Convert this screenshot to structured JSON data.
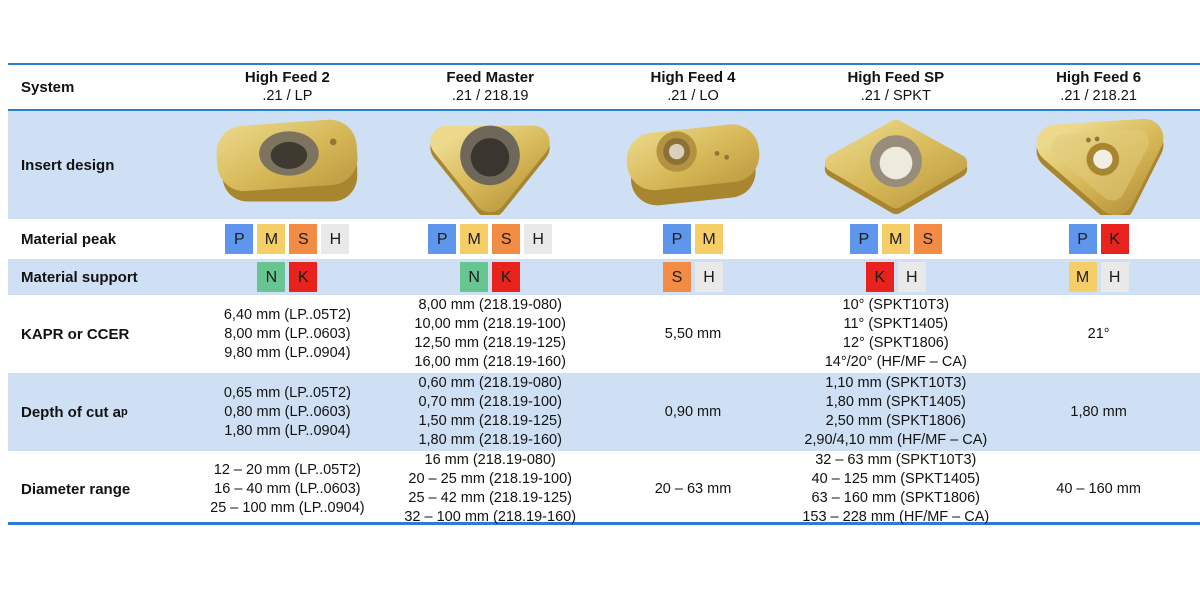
{
  "colors": {
    "accent_blue": "#2e7bd6",
    "row_blue": "#cfe0f4",
    "insert_gold": "#d9b959",
    "insert_gold_dark": "#a8862f",
    "insert_gold_light": "#e8d483",
    "material_colors": {
      "P": "#5d96ea",
      "M": "#f6ce68",
      "S": "#f28b43",
      "H": "#e9e9e9",
      "N": "#66c591",
      "K": "#e8231d"
    }
  },
  "row_labels": {
    "system": "System",
    "insert_design": "Insert design",
    "material_peak": "Material peak",
    "material_support": "Material support",
    "kapr": "KAPR or CCER",
    "depth": "Depth of cut a",
    "depth_sub": "p",
    "diameter": "Diameter range"
  },
  "systems": [
    {
      "name": "High Feed 2",
      "code": ".21 / LP",
      "insert_icon": "lp-rounded-rectangle-insert",
      "material_peak": [
        "P",
        "M",
        "S",
        "H"
      ],
      "material_support": [
        "N",
        "K"
      ],
      "kapr": [
        "6,40 mm (LP..05T2)",
        "8,00 mm (LP..0603)",
        "9,80 mm (LP..0904)"
      ],
      "depth_of_cut": [
        "0,65 mm (LP..05T2)",
        "0,80 mm (LP..0603)",
        "1,80 mm (LP..0904)"
      ],
      "diameter_range": [
        "12 – 20 mm (LP..05T2)",
        "16 – 40 mm (LP..0603)",
        "25 – 100 mm (LP..0904)"
      ]
    },
    {
      "name": "Feed Master",
      "code": ".21 / 218.19",
      "insert_icon": "trigon-insert",
      "material_peak": [
        "P",
        "M",
        "S",
        "H"
      ],
      "material_support": [
        "N",
        "K"
      ],
      "kapr": [
        "8,00 mm (218.19-080)",
        "10,00 mm (218.19-100)",
        "12,50 mm (218.19-125)",
        "16,00 mm (218.19-160)"
      ],
      "depth_of_cut": [
        "0,60 mm (218.19-080)",
        "0,70 mm (218.19-100)",
        "1,50 mm (218.19-125)",
        "1,80 mm (218.19-160)"
      ],
      "diameter_range": [
        "16 mm (218.19-080)",
        "20 – 25 mm (218.19-100)",
        "25 – 42 mm (218.19-125)",
        "32 – 100 mm (218.19-160)"
      ]
    },
    {
      "name": "High Feed 4",
      "code": ".21 / LO",
      "insert_icon": "lo-oblong-insert",
      "material_peak": [
        "P",
        "M"
      ],
      "material_support": [
        "S",
        "H"
      ],
      "kapr": [
        "5,50 mm"
      ],
      "depth_of_cut": [
        "0,90 mm"
      ],
      "diameter_range": [
        "20 – 63 mm"
      ]
    },
    {
      "name": "High Feed SP",
      "code": ".21 / SPKT",
      "insert_icon": "spkt-square-insert",
      "material_peak": [
        "P",
        "M",
        "S"
      ],
      "material_support": [
        "K",
        "H"
      ],
      "kapr": [
        "10° (SPKT10T3)",
        "11° (SPKT1405)",
        "12° (SPKT1806)",
        "14°/20° (HF/MF – CA)"
      ],
      "depth_of_cut": [
        "1,10 mm (SPKT10T3)",
        "1,80 mm (SPKT1405)",
        "2,50 mm (SPKT1806)",
        "2,90/4,10 mm (HF/MF – CA)"
      ],
      "diameter_range": [
        "32 – 63 mm (SPKT10T3)",
        "40 – 125 mm (SPKT1405)",
        "63 – 160 mm (SPKT1806)",
        "153 – 228 mm (HF/MF – CA)"
      ]
    },
    {
      "name": "High Feed 6",
      "code": ".21 / 218.21",
      "insert_icon": "rounded-trigon-insert",
      "material_peak": [
        "P",
        "K"
      ],
      "material_support": [
        "M",
        "H"
      ],
      "kapr": [
        "21°"
      ],
      "depth_of_cut": [
        "1,80 mm"
      ],
      "diameter_range": [
        "40 – 160 mm"
      ]
    }
  ]
}
